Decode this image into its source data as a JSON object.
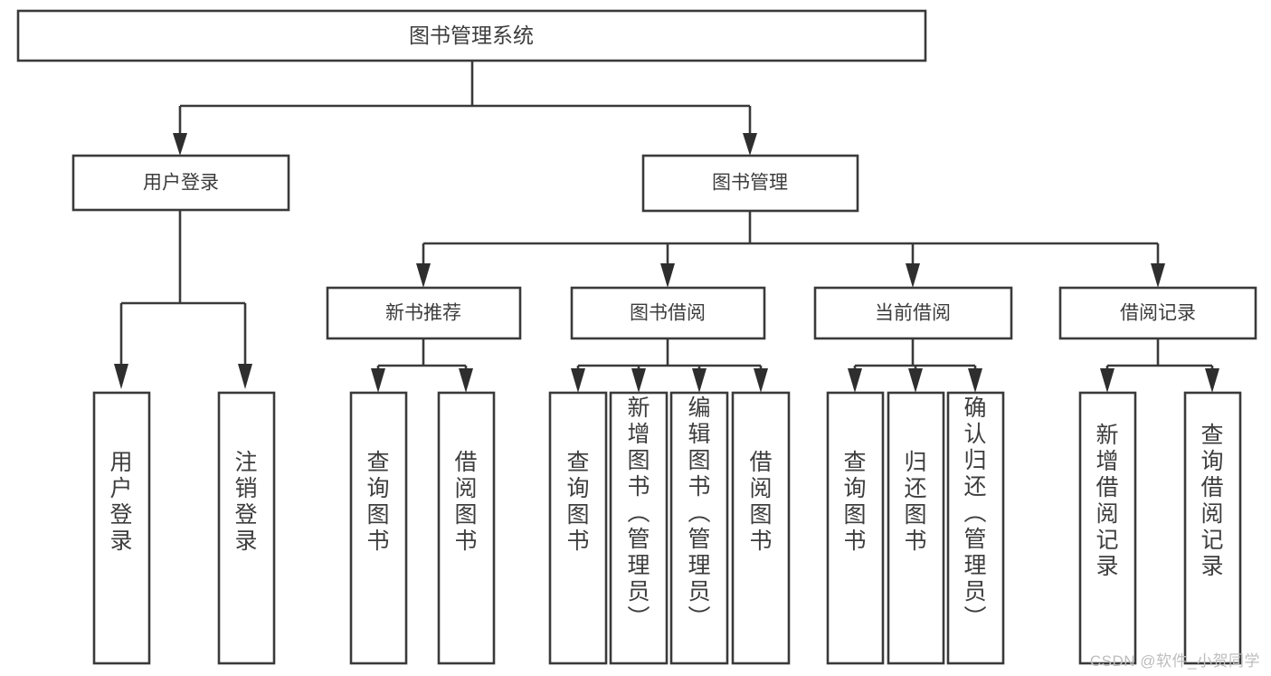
{
  "diagram": {
    "type": "tree-hierarchy",
    "title": "图书管理系统",
    "watermark": "CSDN @软件_小贺同学",
    "colors": {
      "background": "#ffffff",
      "stroke": "#3a3a3a",
      "text": "#3d3d3d",
      "watermark": "#bdbdbd"
    },
    "root": {
      "label": "图书管理系统"
    },
    "level2": [
      {
        "id": "user-login",
        "label": "用户登录"
      },
      {
        "id": "book-manage",
        "label": "图书管理"
      }
    ],
    "level3": [
      {
        "id": "new-book-recommend",
        "label": "新书推荐",
        "parent": "book-manage"
      },
      {
        "id": "book-borrow",
        "label": "图书借阅",
        "parent": "book-manage"
      },
      {
        "id": "current-borrow",
        "label": "当前借阅",
        "parent": "book-manage"
      },
      {
        "id": "borrow-record",
        "label": "借阅记录",
        "parent": "book-manage"
      }
    ],
    "leaves": [
      {
        "id": "leaf-user-login",
        "label": "用户登录",
        "parent": "user-login"
      },
      {
        "id": "leaf-logout-login",
        "label": "注销登录",
        "parent": "user-login"
      },
      {
        "id": "leaf-query-book-1",
        "label": "查询图书",
        "parent": "new-book-recommend"
      },
      {
        "id": "leaf-borrow-book-1",
        "label": "借阅图书",
        "parent": "new-book-recommend"
      },
      {
        "id": "leaf-query-book-2",
        "label": "查询图书",
        "parent": "book-borrow"
      },
      {
        "id": "leaf-add-book",
        "label": "新增图书（管理员）",
        "parent": "book-borrow"
      },
      {
        "id": "leaf-edit-book",
        "label": "编辑图书（管理员）",
        "parent": "book-borrow"
      },
      {
        "id": "leaf-borrow-book-2",
        "label": "借阅图书",
        "parent": "book-borrow"
      },
      {
        "id": "leaf-query-book-3",
        "label": "查询图书",
        "parent": "current-borrow"
      },
      {
        "id": "leaf-return-book",
        "label": "归还图书",
        "parent": "current-borrow"
      },
      {
        "id": "leaf-confirm-return",
        "label": "确认归还（管理员）",
        "parent": "current-borrow"
      },
      {
        "id": "leaf-add-record",
        "label": "新增借阅记录",
        "parent": "borrow-record"
      },
      {
        "id": "leaf-query-record",
        "label": "查询借阅记录",
        "parent": "borrow-record"
      }
    ]
  }
}
